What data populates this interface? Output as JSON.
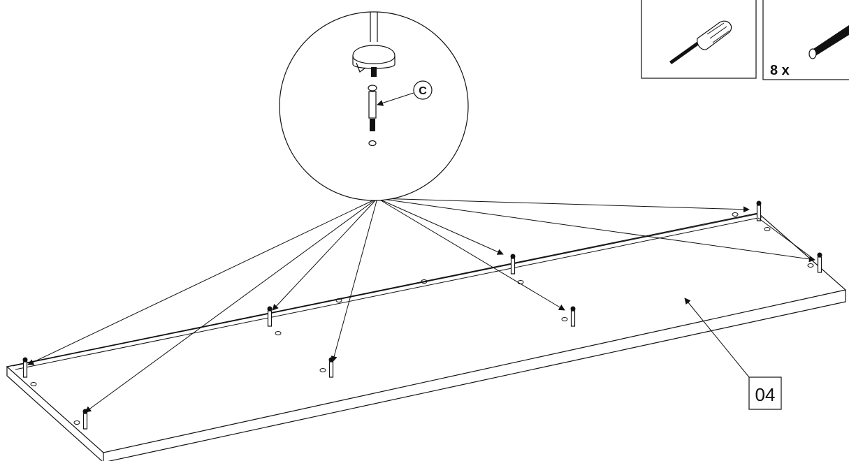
{
  "detail": {
    "callout_label": "C"
  },
  "tools": {
    "screwdriver_icon": "phillips-screwdriver-icon",
    "part_icon": "cam-bolt-icon",
    "quantity_label": "8 x"
  },
  "panel": {
    "part_number": "04"
  }
}
